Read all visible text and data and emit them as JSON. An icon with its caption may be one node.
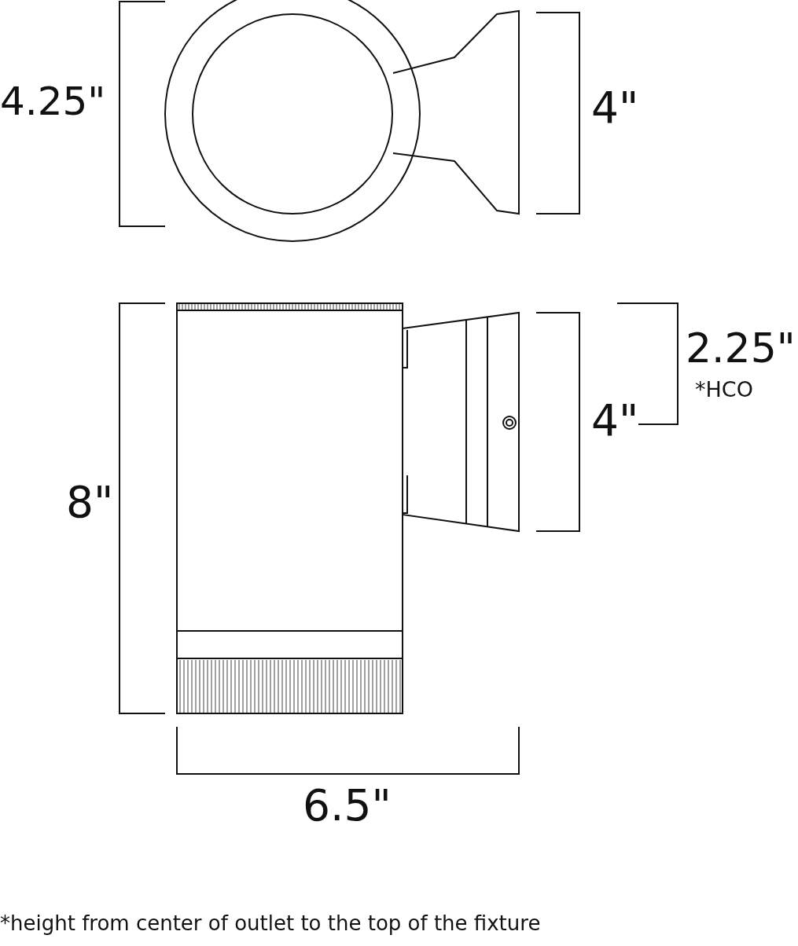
{
  "diagram": {
    "caption": "*height from center of outlet to the top of the fixture",
    "labels": [
      "4.25\"",
      "4\"",
      "2.25\"",
      "*HCO",
      "4\"",
      "8\"",
      "6.5\""
    ]
  }
}
